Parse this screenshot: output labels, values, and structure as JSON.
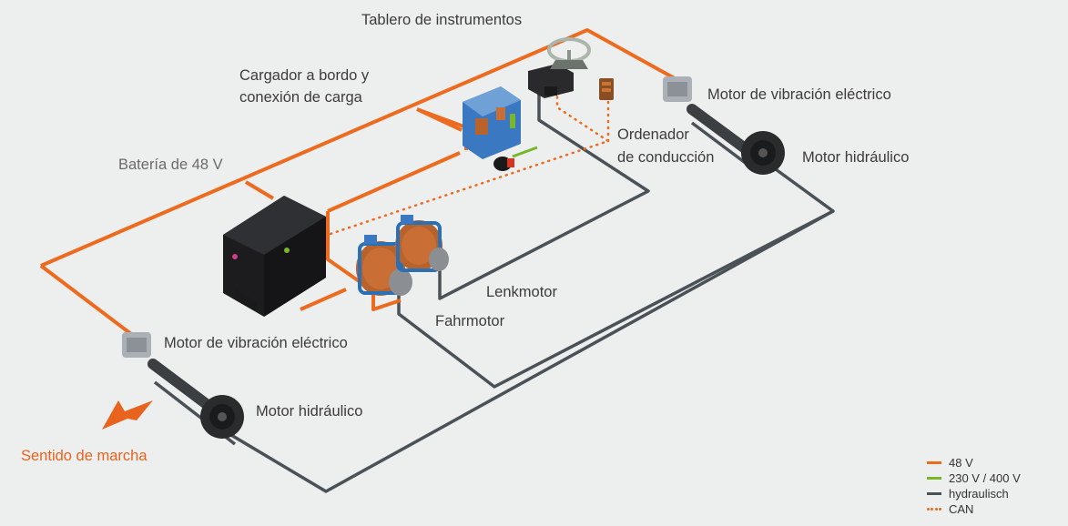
{
  "colors": {
    "line_48v": "#ec6b1f",
    "line_230v": "#76b82a",
    "line_hydraulic": "#4a5157",
    "line_can": "#ec6b1f",
    "accent_text": "#e8641e"
  },
  "labels": {
    "dashboard": "Tablero de instrumentos",
    "charger_line1": "Cargador a bordo y",
    "charger_line2": "conexión de carga",
    "vibration_motor_top": "Motor de vibración eléctrico",
    "driving_computer_line1": "Ordenador",
    "driving_computer_line2": "de conducción",
    "hydraulic_motor_top": "Motor hidráulico",
    "battery": "Batería de 48 V",
    "steering_motor": "Lenkmotor",
    "drive_motor": "Fahrmotor",
    "vibration_motor_bottom": "Motor de vibración eléctrico",
    "hydraulic_motor_bottom": "Motor hidráulico",
    "direction": "Sentido de marcha"
  },
  "legend": [
    {
      "label": "48 V",
      "style": "solid",
      "color": "#ec6b1f"
    },
    {
      "label": "230 V / 400 V",
      "style": "solid",
      "color": "#76b82a"
    },
    {
      "label": "hydraulisch",
      "style": "solid",
      "color": "#4a5157"
    },
    {
      "label": "CAN",
      "style": "dotted",
      "color": "#ec6b1f"
    }
  ],
  "components": [
    "steering-wheel-icon",
    "joystick-icon",
    "driving-computer-icon",
    "onboard-charger-icon",
    "charge-plug-icon",
    "battery-pack-icon",
    "drive-motor-icon",
    "steering-motor-icon",
    "vibration-motor-top-icon",
    "vibration-motor-bottom-icon",
    "hydraulic-motor-top-icon",
    "hydraulic-motor-bottom-icon",
    "direction-arrow-icon"
  ]
}
